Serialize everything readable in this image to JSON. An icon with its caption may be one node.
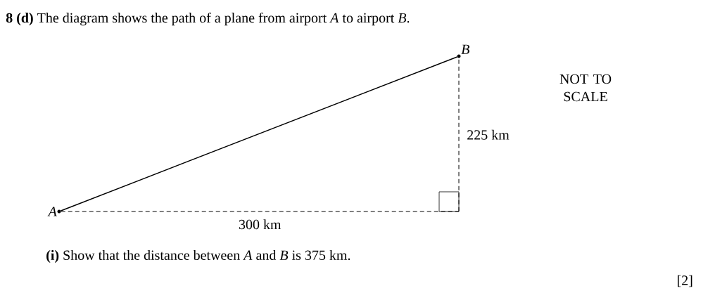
{
  "diagram": {
    "title": "**8 (d)** The diagram shows the path of a plane from airport *A* to airport *B*.",
    "nodes": [
      {
        "text": [
          "A"
        ]
      },
      {
        "text": [
          "B"
        ]
      },
      {
        "text": [],
        "shape": "right-angle"
      }
    ],
    "edges": [
      {
        "from": 0,
        "to": 1,
        "arrow": "none"
      },
      {
        "from": 0,
        "to": 2,
        "arrow": "none",
        "style": "dashed",
        "label": "300 km"
      },
      {
        "from": 2,
        "to": 1,
        "arrow": "none",
        "style": "dashed",
        "label": "225 km"
      }
    ],
    "labels": [
      "NOT TO SCALE",
      "**(i)** Show that the distance between *A* and *B* is 375 km.",
      "[2]"
    ]
  }
}
